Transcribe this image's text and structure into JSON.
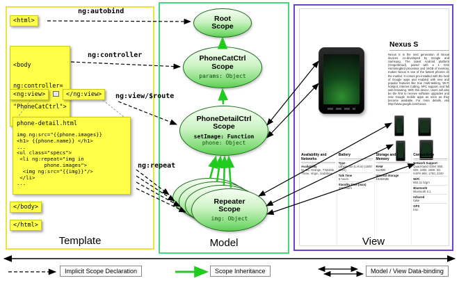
{
  "panels": {
    "template": "Template",
    "model": "Model",
    "view": "View"
  },
  "template": {
    "tags": {
      "html_open": "<html>",
      "body_open_1": "<body",
      "body_open_2": "ng:controller=",
      "body_open_3": "\"PhoneCatCtrl\">",
      "ng_view_open": "<ng:view>",
      "ng_view_close": "</ng:view>",
      "body_close": "</body>",
      "html_close": "</html>"
    },
    "annotations": {
      "autobind": "ng:autobind",
      "controller": "ng:controller",
      "view_route": "ng:view/$route",
      "repeat": "ng:repeat"
    },
    "code": {
      "title": "phone-detail.html",
      "lines": [
        "img ng:src=\"{{phone.images}}",
        "<h1> {{phone.name}} </h1>",
        "...",
        "<ul class=\"specs\">",
        " <li ng:repeat=\"img in",
        "         phone.images\">",
        "  <img ng:src=\"{{img}}\"/>",
        " </li>",
        "..."
      ]
    }
  },
  "model": {
    "root": {
      "line1": "Root",
      "line2": "Scope"
    },
    "phonecat": {
      "line1": "PhoneCatCtrl",
      "line2": "Scope",
      "prop1": "params: Object"
    },
    "phonedetail": {
      "line1": "PhoneDetailCtrl",
      "line2": "Scope",
      "func": "setImage: Function",
      "prop1": "phone: Object"
    },
    "repeater": {
      "line1": "Repeater",
      "line2": "Scope",
      "prop1": "img: Object"
    }
  },
  "view": {
    "title": "Nexus S",
    "description": "Nexus S is the next generation of Nexus devices, co-developed by Google and Samsung. The latest Android platform (Gingerbread), paired with a 1 GHz Hummingbird processor and 16GB of memory, makes Nexus S one of the fastest phones on the market. It comes pre-installed with the best of Google apps and enabled with new and popular features like true multi-tasking, Wi-Fi hotspot, Internet Calling, NFC support, and full web browsing. With this device, users will also be the first to receive software upgrades and new Google mobile apps as soon as they become available. For more details, visit http://www.google.com/nexus.",
    "specs": [
      {
        "header": "Availability and Networks",
        "rows": [
          {
            "k": "Availability",
            "v": "M, O2, Orange, T-Mobile, Three, Virgin, Vodafone"
          }
        ]
      },
      {
        "header": "Battery",
        "rows": [
          {
            "k": "Type",
            "v": "Lithium Ion (Li-Ion) (1500 mAH)"
          },
          {
            "k": "Talk Time",
            "v": "6 hours"
          },
          {
            "k": "Standby time (max)",
            "v": "428 hours"
          }
        ]
      },
      {
        "header": "Storage and Memory",
        "rows": [
          {
            "k": "RAM",
            "v": "512MB"
          },
          {
            "k": "Internal Storage",
            "v": "16384MB"
          }
        ]
      },
      {
        "header": "Connectivity",
        "rows": [
          {
            "k": "Network Support",
            "v": "Quad-band GSM: 850, 900, 1800, 1900. 3G HSPA 900, 1700, 2100"
          },
          {
            "k": "WiFi",
            "v": "802.11 b/g/n"
          },
          {
            "k": "Bluetooth",
            "v": "Bluetooth 2.1"
          },
          {
            "k": "Infrared",
            "v": "false"
          },
          {
            "k": "GPS",
            "v": "true"
          }
        ]
      }
    ]
  },
  "legend": {
    "implicit": "Implicit Scope Declaration",
    "inheritance": "Scope Inheritance",
    "binding": "Model / View Data-binding"
  }
}
